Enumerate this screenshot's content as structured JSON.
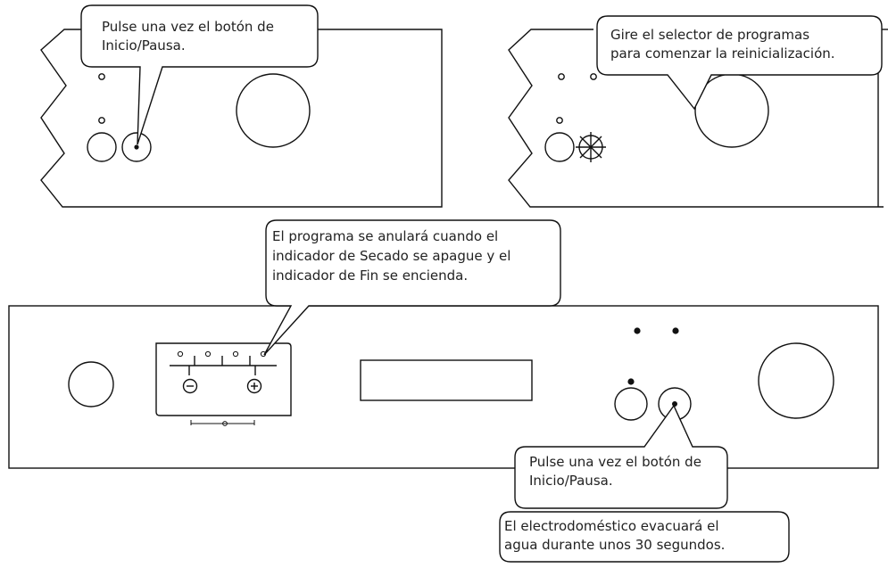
{
  "callouts": {
    "top_left": [
      "Pulse una vez el botón de",
      "Inicio/Pausa."
    ],
    "top_right": [
      "Gire el selector de programas",
      "para comenzar la reinicialización."
    ],
    "middle": [
      "El programa se anulará cuando el",
      "indicador de Secado se apague y el",
      "indicador de Fin se encienda."
    ],
    "bottom_start": [
      "Pulse una vez el botón de",
      "Inicio/Pausa."
    ],
    "bottom_drain": [
      "El electrodoméstico evacuará el",
      "agua durante unos 30 segundos."
    ]
  },
  "icons": {
    "minus_button": "minus-icon",
    "plus_button": "plus-icon",
    "spray_selector": "spray-wheel-icon"
  }
}
